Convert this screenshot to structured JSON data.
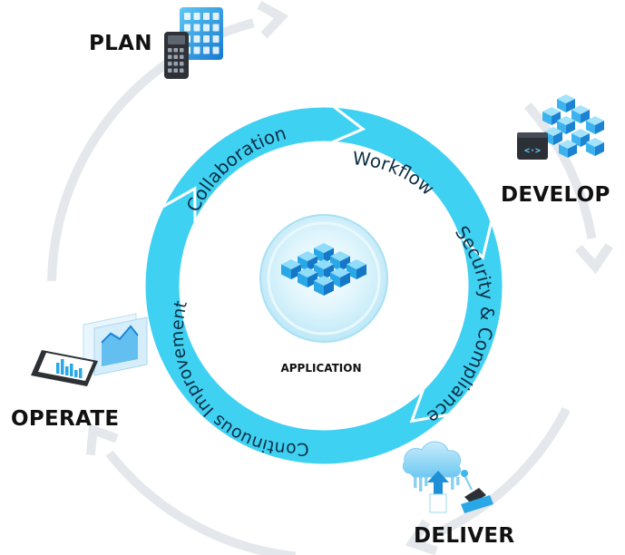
{
  "stages": {
    "plan": "PLAN",
    "develop": "DEVELOP",
    "deliver": "DELIVER",
    "operate": "OPERATE"
  },
  "center": {
    "label": "APPLICATION"
  },
  "ring_segments": [
    {
      "label": "Workflow"
    },
    {
      "label": "Security & Compliance"
    },
    {
      "label": "Continuous Improvement"
    },
    {
      "label": "Collaboration"
    }
  ],
  "colors": {
    "ring": "#3fd1f2",
    "ring_text": "#0d2f45",
    "outer_arrow": "#e4e7eb",
    "center_disc": "#c5ecf8",
    "cube": "#2aa7e6",
    "stage_text": "#111111"
  },
  "icons": {
    "plan": "calculator-calendar-icon",
    "develop": "code-cubes-icon",
    "deliver": "cloud-deploy-icon",
    "operate": "monitor-chart-icon",
    "center": "application-cubes-icon"
  }
}
